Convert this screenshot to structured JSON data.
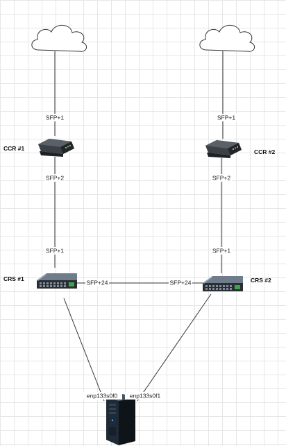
{
  "devices": {
    "ccr1": "CCR #1",
    "ccr2": "CCR #2",
    "crs1": "CRS #1",
    "crs2": "CRS #2"
  },
  "ports": {
    "ccr1_top": "SFP+1",
    "ccr1_bottom": "SFP+2",
    "ccr2_top": "SFP+1",
    "ccr2_bottom": "SFP+2",
    "crs1_top": "SFP+1",
    "crs2_top": "SFP+1",
    "crs1_side": "SFP+24",
    "crs2_side": "SFP+24",
    "server_left": "enp133s0f0",
    "server_right": "enp133s0f1"
  },
  "icons": {
    "cloud": "cloud-icon",
    "router": "router-icon",
    "switch": "switch-icon",
    "server": "server-icon"
  },
  "colors": {
    "grid": "#e6e6e6",
    "line": "#333333",
    "cloud_fill": "#ffffff",
    "device_dark": "#2a2e33",
    "switch_blue": "#5a6b7d"
  }
}
